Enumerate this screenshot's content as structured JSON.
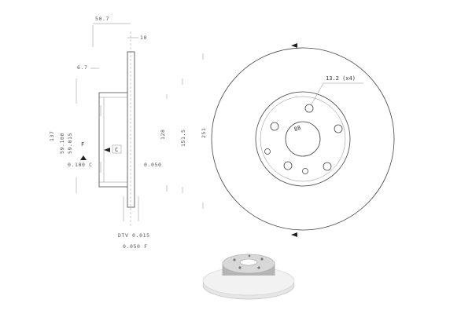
{
  "side_view": {
    "dim_top": "50.7",
    "dim_thickness": "10",
    "dim_hat": "6.7",
    "dim_left_a": "137",
    "dim_left_b": "59.100",
    "dim_left_c": "59.015",
    "dim_hat_dia": "128",
    "dim_braking": "151.5",
    "dim_outer": "251",
    "marker_f": "F",
    "marker_c": "C",
    "tol_left": "0.100 C",
    "tol_right": "0.050",
    "tol_dtv": "DTV 0.015",
    "tol_flat": "0.050 F"
  },
  "front_view": {
    "bolt_label": "13.2 (x4)",
    "center_label": "88"
  }
}
